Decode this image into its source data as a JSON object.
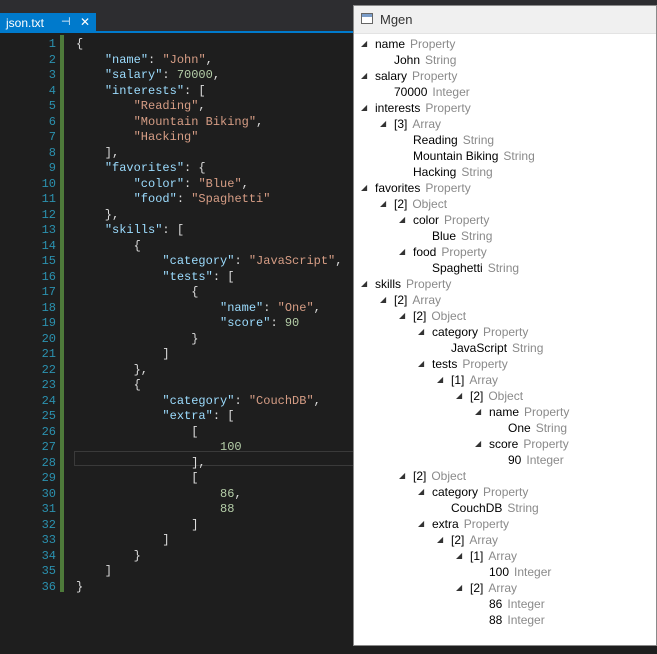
{
  "editor": {
    "tab_label": "json.txt",
    "pin_glyph": "⊣",
    "close_glyph": "✕",
    "line_numbers": [
      "1",
      "2",
      "3",
      "4",
      "5",
      "6",
      "7",
      "8",
      "9",
      "10",
      "11",
      "12",
      "13",
      "14",
      "15",
      "16",
      "17",
      "18",
      "19",
      "20",
      "21",
      "22",
      "23",
      "24",
      "25",
      "26",
      "27",
      "28",
      "29",
      "30",
      "31",
      "32",
      "33",
      "34",
      "35",
      "36"
    ],
    "lines": [
      "{",
      "    \"name\": \"John\",",
      "    \"salary\": 70000,",
      "    \"interests\": [",
      "        \"Reading\",",
      "        \"Mountain Biking\",",
      "        \"Hacking\"",
      "    ],",
      "    \"favorites\": {",
      "        \"color\": \"Blue\",",
      "        \"food\": \"Spaghetti\"",
      "    },",
      "    \"skills\": [",
      "        {",
      "            \"category\": \"JavaScript\",",
      "            \"tests\": [",
      "                {",
      "                    \"name\": \"One\",",
      "                    \"score\": 90",
      "                }",
      "            ]",
      "        },",
      "        {",
      "            \"category\": \"CouchDB\",",
      "            \"extra\": [",
      "                [",
      "                    100",
      "                ],",
      "                [",
      "                    86,",
      "                    88",
      "                ]",
      "            ]",
      "        }",
      "    ]",
      "}"
    ]
  },
  "mgen": {
    "title": "Mgen",
    "tree": [
      {
        "d": 0,
        "exp": true,
        "name": "name",
        "type": "Property"
      },
      {
        "d": 1,
        "exp": false,
        "name": "John",
        "type": "String"
      },
      {
        "d": 0,
        "exp": true,
        "name": "salary",
        "type": "Property"
      },
      {
        "d": 1,
        "exp": false,
        "name": "70000",
        "type": "Integer"
      },
      {
        "d": 0,
        "exp": true,
        "name": "interests",
        "type": "Property"
      },
      {
        "d": 1,
        "exp": true,
        "name": "[3]",
        "type": "Array"
      },
      {
        "d": 2,
        "exp": false,
        "name": "Reading",
        "type": "String"
      },
      {
        "d": 2,
        "exp": false,
        "name": "Mountain Biking",
        "type": "String"
      },
      {
        "d": 2,
        "exp": false,
        "name": "Hacking",
        "type": "String"
      },
      {
        "d": 0,
        "exp": true,
        "name": "favorites",
        "type": "Property"
      },
      {
        "d": 1,
        "exp": true,
        "name": "[2]",
        "type": "Object"
      },
      {
        "d": 2,
        "exp": true,
        "name": "color",
        "type": "Property"
      },
      {
        "d": 3,
        "exp": false,
        "name": "Blue",
        "type": "String"
      },
      {
        "d": 2,
        "exp": true,
        "name": "food",
        "type": "Property"
      },
      {
        "d": 3,
        "exp": false,
        "name": "Spaghetti",
        "type": "String"
      },
      {
        "d": 0,
        "exp": true,
        "name": "skills",
        "type": "Property"
      },
      {
        "d": 1,
        "exp": true,
        "name": "[2]",
        "type": "Array"
      },
      {
        "d": 2,
        "exp": true,
        "name": "[2]",
        "type": "Object"
      },
      {
        "d": 3,
        "exp": true,
        "name": "category",
        "type": "Property"
      },
      {
        "d": 4,
        "exp": false,
        "name": "JavaScript",
        "type": "String"
      },
      {
        "d": 3,
        "exp": true,
        "name": "tests",
        "type": "Property"
      },
      {
        "d": 4,
        "exp": true,
        "name": "[1]",
        "type": "Array"
      },
      {
        "d": 5,
        "exp": true,
        "name": "[2]",
        "type": "Object"
      },
      {
        "d": 6,
        "exp": true,
        "name": "name",
        "type": "Property"
      },
      {
        "d": 7,
        "exp": false,
        "name": "One",
        "type": "String"
      },
      {
        "d": 6,
        "exp": true,
        "name": "score",
        "type": "Property"
      },
      {
        "d": 7,
        "exp": false,
        "name": "90",
        "type": "Integer"
      },
      {
        "d": 2,
        "exp": true,
        "name": "[2]",
        "type": "Object"
      },
      {
        "d": 3,
        "exp": true,
        "name": "category",
        "type": "Property"
      },
      {
        "d": 4,
        "exp": false,
        "name": "CouchDB",
        "type": "String"
      },
      {
        "d": 3,
        "exp": true,
        "name": "extra",
        "type": "Property"
      },
      {
        "d": 4,
        "exp": true,
        "name": "[2]",
        "type": "Array"
      },
      {
        "d": 5,
        "exp": true,
        "name": "[1]",
        "type": "Array"
      },
      {
        "d": 6,
        "exp": false,
        "name": "100",
        "type": "Integer"
      },
      {
        "d": 5,
        "exp": true,
        "name": "[2]",
        "type": "Array"
      },
      {
        "d": 6,
        "exp": false,
        "name": "86",
        "type": "Integer"
      },
      {
        "d": 6,
        "exp": false,
        "name": "88",
        "type": "Integer"
      }
    ]
  },
  "colors": {
    "accent": "#007acc",
    "key": "#9cdcfe",
    "string": "#d69d85",
    "number": "#b5cea8",
    "punct": "#dcdcdc",
    "line_number": "#2b91af"
  }
}
